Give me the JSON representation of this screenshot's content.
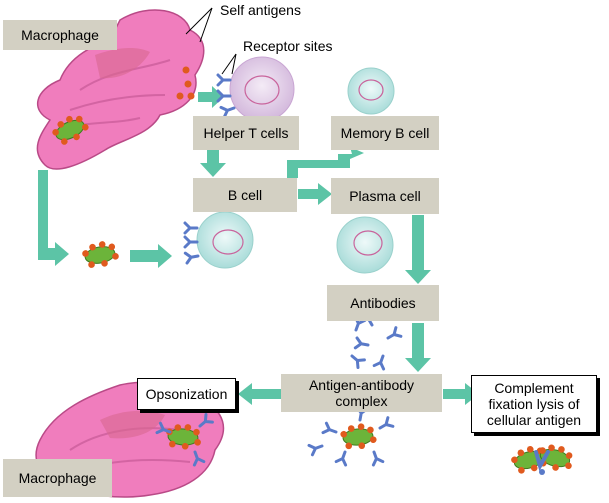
{
  "labels": {
    "self_antigens": "Self antigens",
    "receptor_sites": "Receptor sites",
    "macrophage_top": "Macrophage",
    "helper_t_cells": "Helper T cells",
    "memory_b_cell": "Memory B cell",
    "b_cell": "B cell",
    "plasma_cell": "Plasma cell",
    "antibodies": "Antibodies",
    "antigen_antibody_complex": "Antigen-antibody complex",
    "opsonization": "Opsonization",
    "complement_fixation": "Complement fixation lysis of cellular antigen",
    "macrophage_bottom": "Macrophage"
  },
  "colors": {
    "box_fill": "#d3d0c3",
    "arrow": "#5cc4a6",
    "macrophage": "#f07dbd",
    "antigen_body": "#6cb43a",
    "antigen_dots": "#e05a1e",
    "receptor": "#5a7ac8",
    "lymphocyte": "#c9ecec",
    "helper_t": "#e3cfe8"
  }
}
